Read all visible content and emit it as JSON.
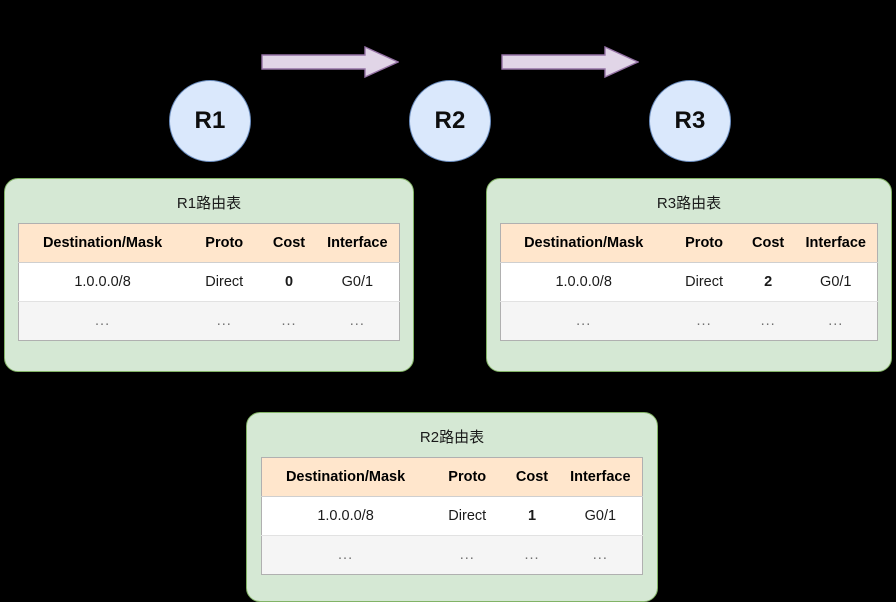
{
  "diagram": {
    "background_color": "#000000",
    "routers": [
      {
        "id": "r1",
        "label": "R1"
      },
      {
        "id": "r2",
        "label": "R2"
      },
      {
        "id": "r3",
        "label": "R3"
      }
    ],
    "arrows": [
      {
        "id": "r1-r2",
        "from": "R1",
        "to": "R2",
        "direction": "right"
      },
      {
        "id": "r2-r3",
        "from": "R2",
        "to": "R3",
        "direction": "right"
      }
    ],
    "colors": {
      "router_fill": "#dae8fc",
      "router_stroke": "#6c8ebf",
      "arrow_fill": "#e1d5e7",
      "arrow_stroke": "#9673a6",
      "panel_fill": "#d5e8d4",
      "panel_stroke": "#82b366",
      "table_header_fill": "#ffe6cc",
      "cost_highlight": "#1a8cff",
      "ellipsis_row_fill": "#f5f5f5"
    },
    "table_columns": [
      "Destination/Mask",
      "Proto",
      "Cost",
      "Interface"
    ],
    "tables": [
      {
        "id": "r1",
        "title": "R1路由表",
        "rows": [
          {
            "destination": "1.0.0.0/8",
            "proto": "Direct",
            "cost": "0",
            "interface": "G0/1"
          },
          {
            "destination": "...",
            "proto": "...",
            "cost": "...",
            "interface": "..."
          }
        ]
      },
      {
        "id": "r3",
        "title": "R3路由表",
        "rows": [
          {
            "destination": "1.0.0.0/8",
            "proto": "Direct",
            "cost": "2",
            "interface": "G0/1"
          },
          {
            "destination": "...",
            "proto": "...",
            "cost": "...",
            "interface": "..."
          }
        ]
      },
      {
        "id": "r2",
        "title": "R2路由表",
        "rows": [
          {
            "destination": "1.0.0.0/8",
            "proto": "Direct",
            "cost": "1",
            "interface": "G0/1"
          },
          {
            "destination": "...",
            "proto": "...",
            "cost": "...",
            "interface": "..."
          }
        ]
      }
    ]
  }
}
